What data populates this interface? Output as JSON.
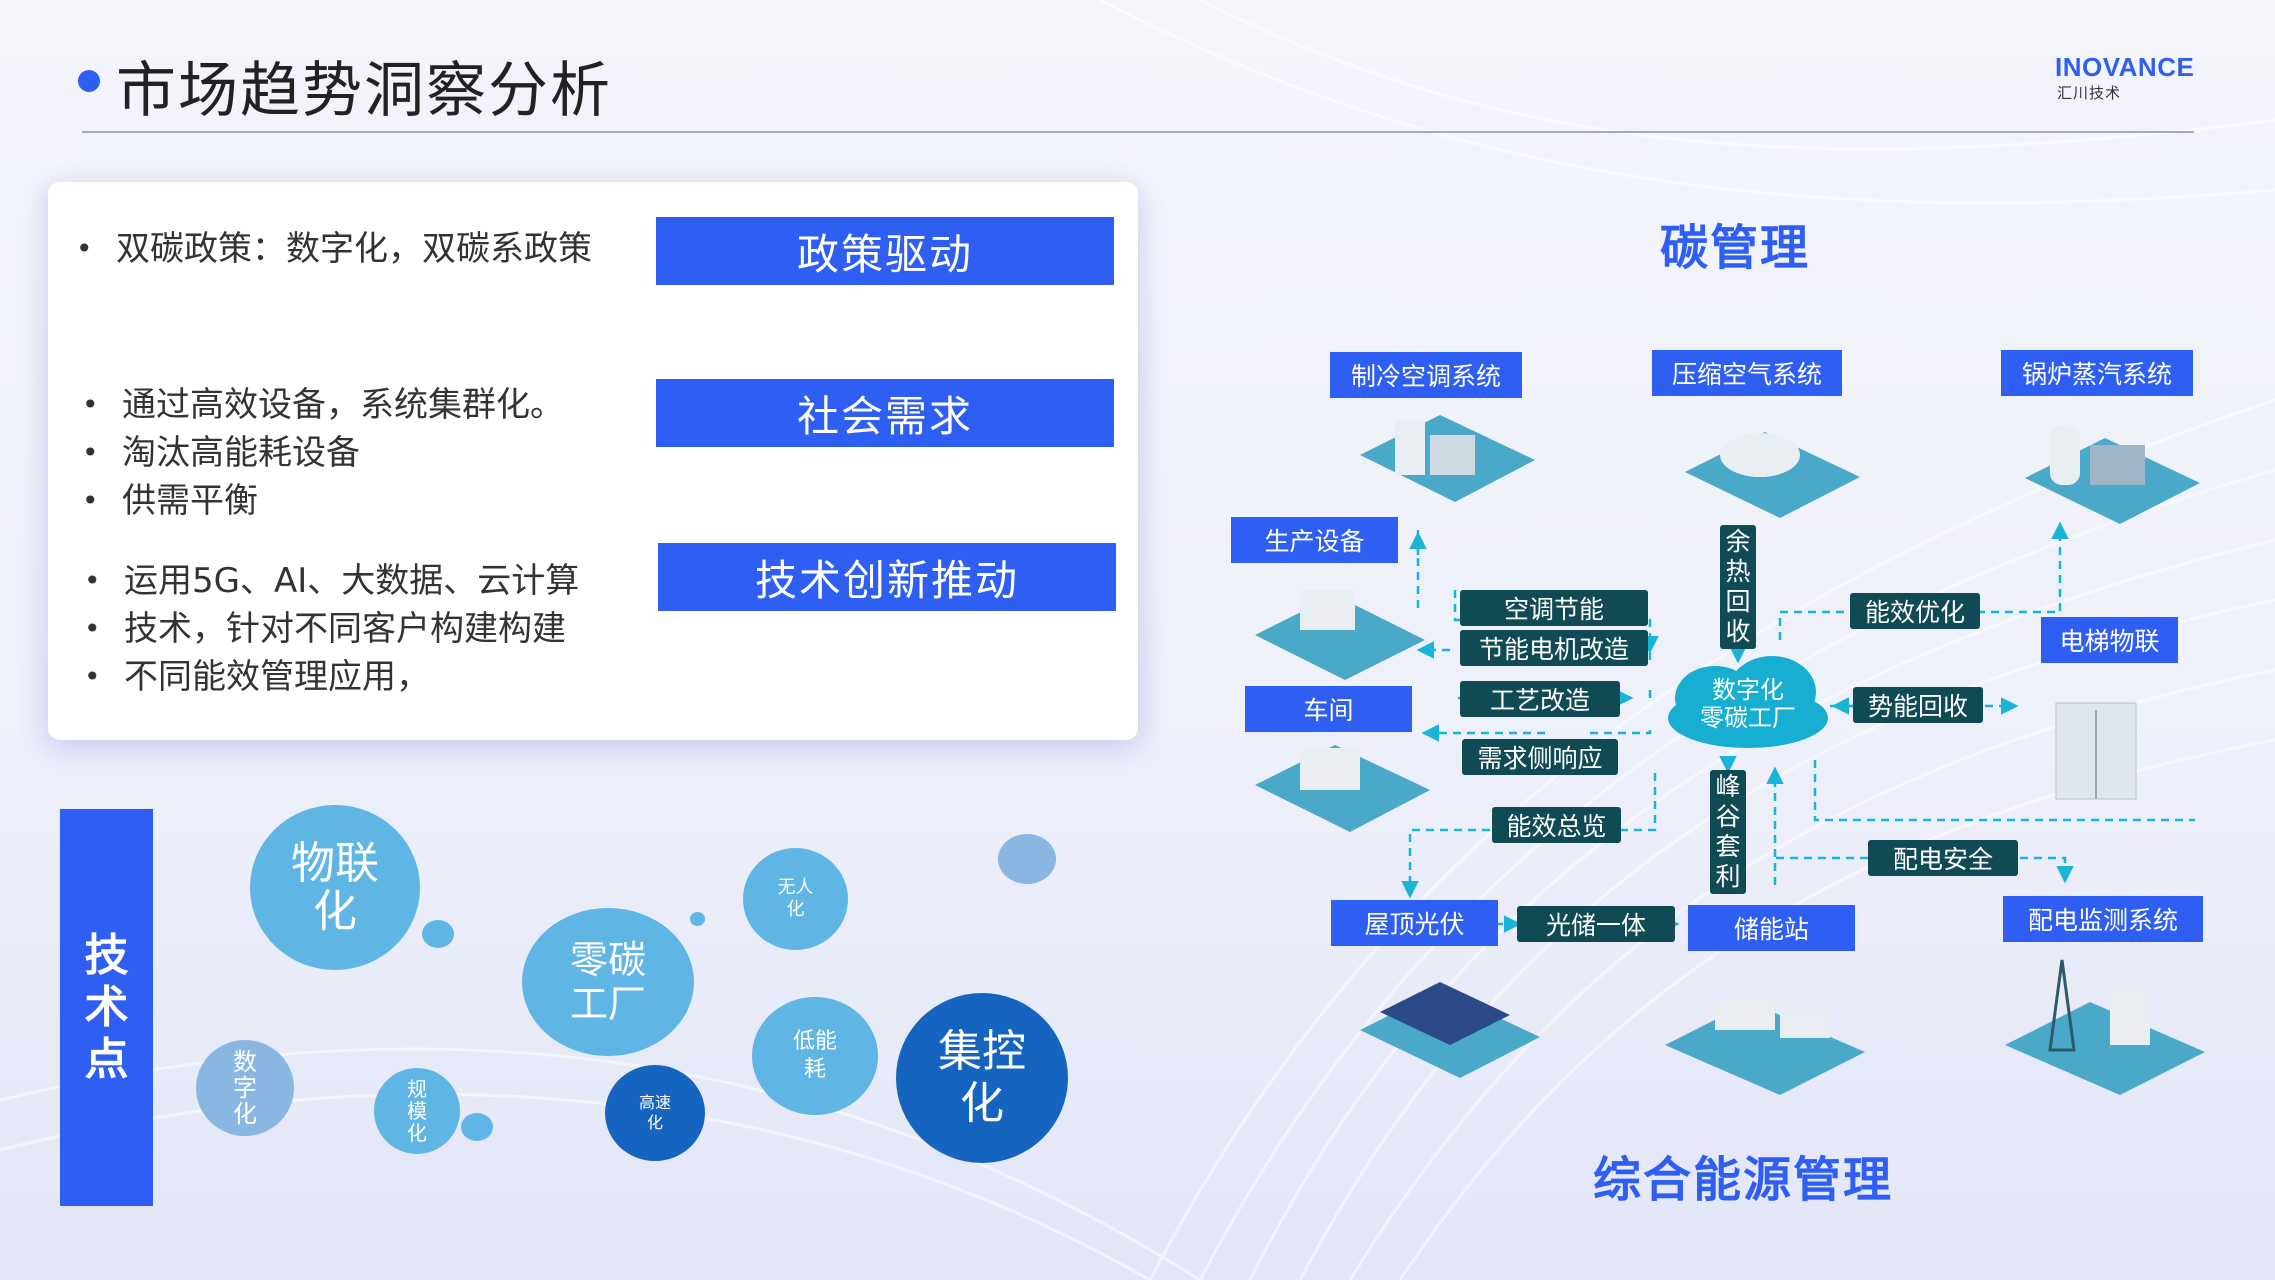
{
  "header": {
    "title": "市场趋势洞察分析",
    "logo_main": "INOVANCE",
    "logo_sub": "汇川技术"
  },
  "drivers": [
    {
      "label": "政策驱动",
      "bullets": [
        "双碳政策：数字化，双碳系政策"
      ]
    },
    {
      "label": "社会需求",
      "bullets": [
        "通过高效设备，系统集群化。",
        "淘汰高能耗设备",
        "供需平衡"
      ]
    },
    {
      "label": "技术创新推动",
      "bullets": [
        "运用5G、AI、大数据、云计算",
        "技术，针对不同客户构建构建",
        "不同能效管理应用，"
      ]
    }
  ],
  "tech_points": {
    "bar_label_lines": [
      "技",
      "术",
      "点"
    ],
    "bubbles": [
      {
        "lines": [
          "物联",
          "化"
        ]
      },
      {
        "lines": [
          "无人",
          "化"
        ]
      },
      {
        "lines": [
          "零碳",
          "工厂"
        ]
      },
      {
        "lines": [
          "数",
          "字",
          "化"
        ]
      },
      {
        "lines": [
          "规",
          "模",
          "化"
        ]
      },
      {
        "lines": [
          "高速",
          "化"
        ]
      },
      {
        "lines": [
          "低能",
          "耗"
        ]
      },
      {
        "lines": [
          "集控",
          "化"
        ]
      }
    ]
  },
  "diagram": {
    "top_title": "碳管理",
    "bottom_title": "综合能源管理",
    "center_lines": [
      "数字化",
      "零碳工厂"
    ],
    "systems": {
      "cooling": "制冷空调系统",
      "compressed_air": "压缩空气系统",
      "boiler": "锅炉蒸汽系统",
      "production": "生产设备",
      "workshop": "车间",
      "elevator": "电梯物联",
      "rooftop_pv": "屋顶光伏",
      "storage": "储能站",
      "distribution_monitor": "配电监测系统"
    },
    "functions": {
      "ac_saving": "空调节能",
      "motor_retrofit": "节能电机改造",
      "process_retrofit": "工艺改造",
      "demand_response": "需求侧响应",
      "efficiency_overview": "能效总览",
      "pv_storage": "光储一体",
      "efficiency_opt": "能效优化",
      "potential_recovery": "势能回收",
      "power_safety": "配电安全"
    },
    "vertical": {
      "waste_heat": [
        "余",
        "热",
        "回",
        "收"
      ],
      "peak_valley": [
        "峰",
        "谷",
        "套",
        "利"
      ]
    }
  },
  "colors": {
    "accent": "#2f5ff2",
    "dark_teal": "#0f4a55",
    "arrow": "#19b4d6",
    "bubble_light": "#5fb6e4",
    "bubble_mid": "#8ab7e2",
    "bubble_dark": "#1565c0"
  }
}
